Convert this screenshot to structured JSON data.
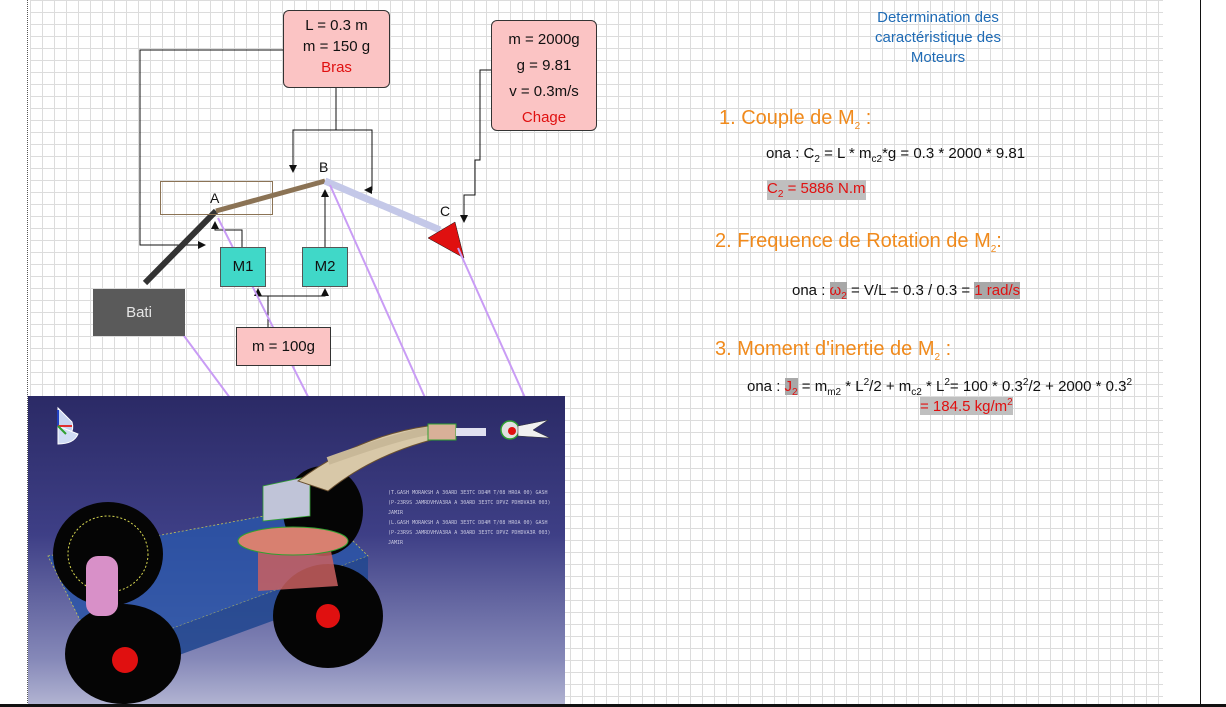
{
  "bras": {
    "line1": "L = 0.3 m",
    "line2": "m = 150 g",
    "name": "Bras"
  },
  "charge": {
    "line1": "m = 2000g",
    "line2": "g = 9.81",
    "line3": "v = 0.3m/s",
    "name": "Chage"
  },
  "motor_mass": "m = 100g",
  "motors": {
    "m1": "M1",
    "m2": "M2"
  },
  "bati": "Bati",
  "points": {
    "a": "A",
    "b": "B",
    "c": "C"
  },
  "title": "Determination des caractéristique des Moteurs",
  "section1": {
    "heading": "1. Couple de M",
    "heading_sub": "2",
    "heading_end": " :",
    "eq_a": "ona : C",
    "eq_sub": "2",
    "eq_b": " = L * m",
    "eq_sub2": "c2",
    "eq_c": "*g = 0.3 * 2000 * 9.81",
    "result_a": "C",
    "result_sub": "2",
    "result_b": " = 5886 N.m"
  },
  "section2": {
    "heading": "2. Frequence de Rotation de M",
    "heading_sub": "2",
    "heading_end": ":",
    "eq_a": "ona : ",
    "omega": "ω",
    "omega_sub": "2",
    "eq_b": " = V/L = 0.3 / 0.3 = ",
    "result": "1 rad/s"
  },
  "section3": {
    "heading": "3. Moment d'inertie de M",
    "heading_sub": "2",
    "heading_end": " :",
    "eq_a": "ona : ",
    "j": "J",
    "j_sub": "2",
    "eq_b": " = m",
    "eq_sub_m2": "m2",
    "eq_c": " * L",
    "sup2a": "2",
    "eq_d": "/2 + m",
    "eq_sub_c2": "c2",
    "eq_e": " * L",
    "sup2b": "2",
    "eq_f": "= 100 * 0.3",
    "sup2c": "2",
    "eq_g": "/2 + 2000 * 0.3",
    "sup2d": "2",
    "result_a": "= 184.5 kg/m",
    "result_sup": "2"
  },
  "render_lines": [
    "(T.GASH MORAKSH A 30ARD 3E3TC DD4M T/08 HROA 00) GASH",
    "(P-23R9S JAMRDVHVA3RA A 30ARD 3E3TC DPVZ PDHDVA3R 003) JAMIR",
    "(L.GASH MORAKSH A 30ARD 3E3TC DD4M T/08 HROA 00) GASH",
    "(P-23R9S JAMRDVHVA3RA A 30ARD 3E3TC DPVZ PDHDVA3R 003) JAMIR"
  ],
  "colors": {
    "orange": "#f08a1c",
    "blue": "#1f6bb5",
    "red": "#e01010",
    "pink": "#fbc4c4",
    "teal": "#40d8c8",
    "violet": "#c99cf5"
  }
}
